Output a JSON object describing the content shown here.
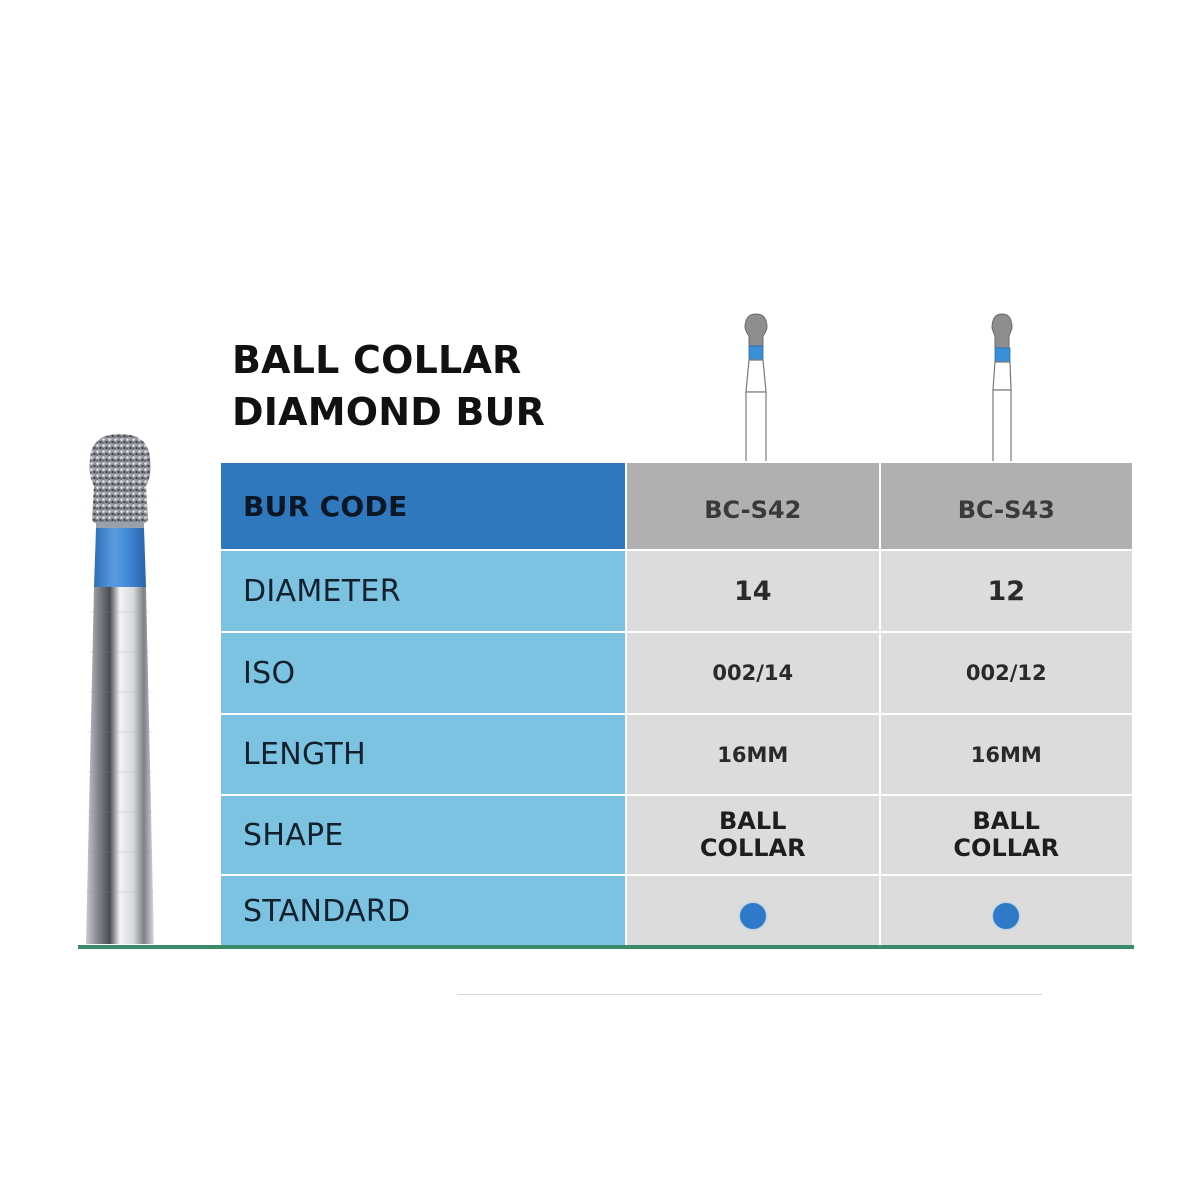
{
  "title": {
    "line1": "BALL COLLAR",
    "line2": "DIAMOND BUR"
  },
  "colors": {
    "header_label_bg": "#2f78bd",
    "label_bg": "#7bc3e1",
    "header_value_bg": "#b0b0b0",
    "value_bg": "#dcdcdc",
    "standard_dot": "#2f7ac8",
    "baseline": "#3b8a68",
    "collar_blue": "#3a8fd8"
  },
  "images": {
    "large_bur": "ball-collar-diamond-bur-photo",
    "small_burs": [
      "bc-s42-bur-diagram",
      "bc-s43-bur-diagram"
    ]
  },
  "table": {
    "header": {
      "label": "BUR CODE",
      "values": [
        "BC-S42",
        "BC-S43"
      ]
    },
    "rows": [
      {
        "label": "DIAMETER",
        "values": [
          "14",
          "12"
        ]
      },
      {
        "label": "ISO",
        "values": [
          "002/14",
          "002/12"
        ]
      },
      {
        "label": "LENGTH",
        "values": [
          "16MM",
          "16MM"
        ]
      },
      {
        "label": "SHAPE",
        "values": [
          [
            "BALL",
            "COLLAR"
          ],
          [
            "BALL",
            "COLLAR"
          ]
        ]
      },
      {
        "label": "STANDARD",
        "values": [
          "standard-dot",
          "standard-dot"
        ]
      }
    ]
  }
}
